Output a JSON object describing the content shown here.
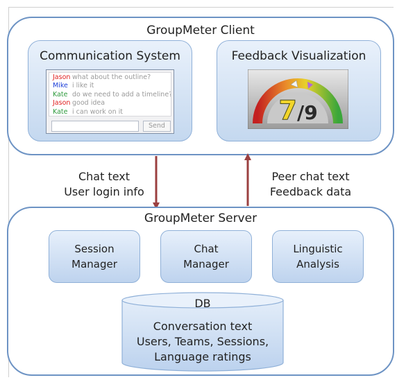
{
  "client": {
    "title": "GroupMeter Client",
    "communication": {
      "title": "Communication System",
      "messages": [
        {
          "user": "Jason",
          "text": "what about the outline?",
          "color": "#e02020"
        },
        {
          "user": "Mike",
          "text": "i like it",
          "color": "#1e3fd8"
        },
        {
          "user": "Kate",
          "text": "do we need to add a timeline?",
          "color": "#2e9a3c"
        },
        {
          "user": "Jason",
          "text": "good idea",
          "color": "#e02020"
        },
        {
          "user": "Kate",
          "text": "i can work on it",
          "color": "#2e9a3c"
        }
      ],
      "send_label": "Send"
    },
    "feedback": {
      "title": "Feedback Visualization",
      "score": "7",
      "max": "/9"
    }
  },
  "flows": {
    "up": [
      "Chat text",
      "User login info"
    ],
    "down": [
      "Peer chat text",
      "Feedback data"
    ]
  },
  "server": {
    "title": "GroupMeter Server",
    "modules": [
      [
        "Session",
        "Manager"
      ],
      [
        "Chat",
        "Manager"
      ],
      [
        "Linguistic",
        "Analysis"
      ]
    ],
    "db": {
      "title": "DB",
      "lines": [
        "Conversation text",
        "Users, Teams, Sessions,",
        "Language ratings"
      ]
    }
  },
  "colors": {
    "arrow": "#9b4040",
    "border": "#6d93c4"
  }
}
